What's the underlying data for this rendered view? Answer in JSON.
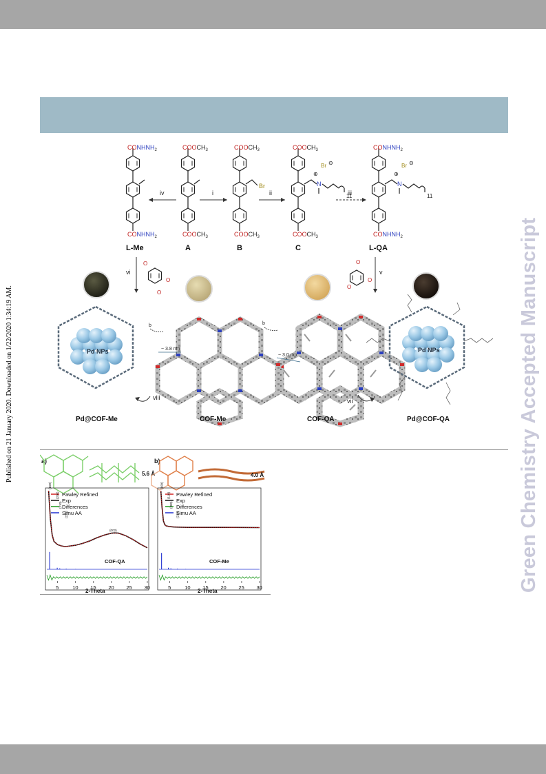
{
  "sidebar": {
    "published_line": "Published on 21 January 2020. Downloaded on 1/22/2020 1:34:19 AM."
  },
  "watermark": {
    "text": "Green Chemistry Accepted Manuscript"
  },
  "scheme": {
    "substituents": {
      "cooch3": "COOCH",
      "conhnh2": "CONHNH",
      "sub2": "2",
      "sub3": "3",
      "br": "Br",
      "n": "N",
      "eleven": "11"
    },
    "compounds": {
      "lme": "L-Me",
      "a": "A",
      "b": "B",
      "c": "C",
      "lqa": "L-QA"
    },
    "steps": {
      "i": "i",
      "ii": "ii",
      "iii": "iii",
      "iv": "iv",
      "v": "v",
      "vi": "vi",
      "vii": "vii",
      "viii": "viii"
    },
    "labels": {
      "pd_np_left": "Pd NPs",
      "pd_np_right": "Pd NPs",
      "pore_me": "~ 3.8 nm",
      "pore_qa": "~ 3.0 nm",
      "pd_cof_me": "Pd@COF-Me",
      "cof_me": "COF-Me",
      "cof_qa": "COF-QA",
      "pd_cof_qa": "Pd@COF-QA",
      "axis_b": "b"
    }
  },
  "figure": {
    "panel_a": {
      "tag": "a)",
      "distance": "5.6 Å",
      "name": "COF-QA",
      "peaks": [
        "(100)",
        "(200)",
        "(210)",
        "(220)",
        "(002)"
      ]
    },
    "panel_b": {
      "tag": "b)",
      "distance": "4.0 Å",
      "name": "COF-Me",
      "peaks": [
        "(100)",
        "(110)",
        "(200)",
        "(210)"
      ]
    }
  },
  "chart_data": [
    {
      "type": "line",
      "title": "",
      "annotation": "COF-QA",
      "xlabel": "2-Theta",
      "ylabel": "",
      "xlim": [
        2,
        30
      ],
      "xticks": [
        5,
        10,
        15,
        20,
        25,
        30
      ],
      "legend": [
        "Pawley Refined",
        "Exp",
        "Differences",
        "Simu AA"
      ],
      "legend_position": "top-left",
      "colors": {
        "pawley": "#d02020",
        "exp": "#111111",
        "diff": "#1e9a1e",
        "simu": "#1f2fd0"
      },
      "series": [
        {
          "name": "Exp",
          "x": [
            2.5,
            3.0,
            3.5,
            4.0,
            5.0,
            6.0,
            7.0,
            8.0,
            10.0,
            12.0,
            14.0,
            16.0,
            18.0,
            20.0,
            21.0,
            22.0,
            24.0,
            26.0,
            28.0,
            30.0
          ],
          "y": [
            1.0,
            0.55,
            0.3,
            0.2,
            0.15,
            0.13,
            0.12,
            0.125,
            0.14,
            0.17,
            0.21,
            0.26,
            0.3,
            0.33,
            0.335,
            0.33,
            0.29,
            0.23,
            0.16,
            0.1
          ]
        },
        {
          "name": "Simu AA",
          "x": [
            2.8,
            4.9,
            5.6,
            7.4,
            10.0
          ],
          "y": [
            0.9,
            0.08,
            0.05,
            0.035,
            0.02
          ]
        }
      ],
      "peaks": [
        {
          "label": "(100)",
          "x": 2.8
        },
        {
          "label": "(200)",
          "x": 4.9
        },
        {
          "label": "(210)",
          "x": 5.6
        },
        {
          "label": "(220)",
          "x": 7.4
        },
        {
          "label": "(002)",
          "x": 21.0
        }
      ]
    },
    {
      "type": "line",
      "title": "",
      "annotation": "COF-Me",
      "xlabel": "2-Theta",
      "ylabel": "",
      "xlim": [
        2,
        30
      ],
      "xticks": [
        5,
        10,
        15,
        20,
        25,
        30
      ],
      "legend": [
        "Pawley Refined",
        "Exp",
        "Differences",
        "Simu AA"
      ],
      "legend_position": "top-left",
      "colors": {
        "pawley": "#d02020",
        "exp": "#111111",
        "diff": "#1e9a1e",
        "simu": "#1f2fd0"
      },
      "series": [
        {
          "name": "Exp",
          "x": [
            2.5,
            2.8,
            3.2,
            3.6,
            4.0,
            5.0,
            6.0,
            8.0,
            10.0,
            15.0,
            20.0,
            25.0,
            30.0
          ],
          "y": [
            1.0,
            0.6,
            0.22,
            0.12,
            0.09,
            0.07,
            0.06,
            0.055,
            0.05,
            0.05,
            0.05,
            0.048,
            0.045
          ]
        },
        {
          "name": "Simu AA",
          "x": [
            2.7,
            4.6,
            5.3,
            7.1,
            9.4
          ],
          "y": [
            0.85,
            0.08,
            0.05,
            0.035,
            0.02
          ]
        }
      ],
      "peaks": [
        {
          "label": "(100)",
          "x": 2.7
        },
        {
          "label": "(110)",
          "x": 4.6
        },
        {
          "label": "(200)",
          "x": 5.3
        },
        {
          "label": "(210)",
          "x": 7.1
        }
      ]
    }
  ]
}
